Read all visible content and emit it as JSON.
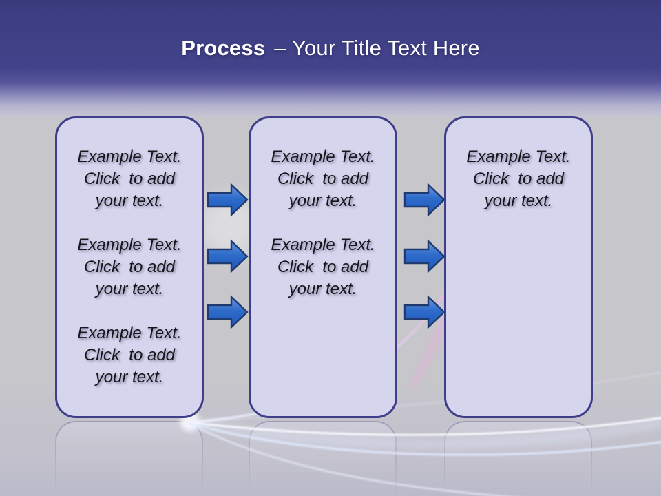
{
  "slide": {
    "title": {
      "highlight": "Process",
      "rest": "– Your Title Text Here"
    },
    "boxes": [
      {
        "name": "step-1",
        "paragraphs": [
          "Example Text.\nClick  to add\nyour text.",
          "Example Text.\nClick  to add\nyour text.",
          "Example Text.\nClick  to add\nyour text."
        ]
      },
      {
        "name": "step-2",
        "paragraphs": [
          "Example Text.\nClick  to add\nyour text.",
          "Example Text.\nClick  to add\nyour text."
        ]
      },
      {
        "name": "step-3",
        "paragraphs": [
          "Example Text.\nClick  to add\nyour text."
        ]
      }
    ],
    "arrows": {
      "between_step1_step2": 3,
      "between_step2_step3": 3,
      "direction": "right"
    },
    "colors": {
      "header_top": "#38387b",
      "header_mid": "#43438b",
      "body_bg": "#c7c6cb",
      "box_fill": "#d6d5ee",
      "box_border": "#3e3e8a",
      "arrow_fill": "#2c69c9",
      "arrow_border": "#1e3a6e",
      "title_color": "#ffffff",
      "text_color": "#16161c"
    }
  }
}
